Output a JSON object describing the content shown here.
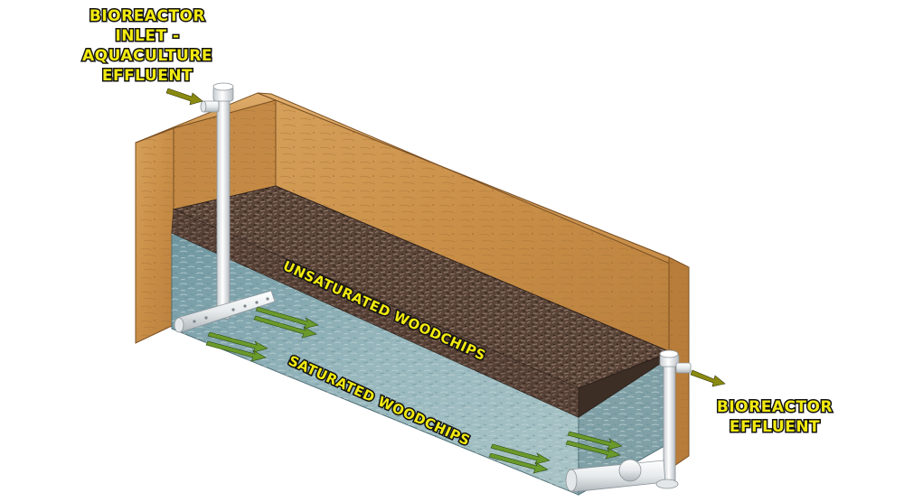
{
  "labels": {
    "inlet_line1": "BIOREACTOR",
    "inlet_line2": "INLET -",
    "inlet_line3": "AQUACULTURE",
    "inlet_line4": "EFFLUENT",
    "outlet_line1": "BIOREACTOR",
    "outlet_line2": "EFFLUENT",
    "unsaturated": "UNSATURATED WOODCHIPS",
    "saturated": "SATURATED WOODCHIPS"
  },
  "colors": {
    "label_fill": "#f2ea10",
    "label_outline": "#111111",
    "wood": "#c98f48",
    "woodchips": "#5a4438",
    "water": "#8fb2b8",
    "pipe": "#f2f4f5",
    "flow_arrow": "#6a9a2a",
    "callout_arrow": "#8a8a10"
  }
}
